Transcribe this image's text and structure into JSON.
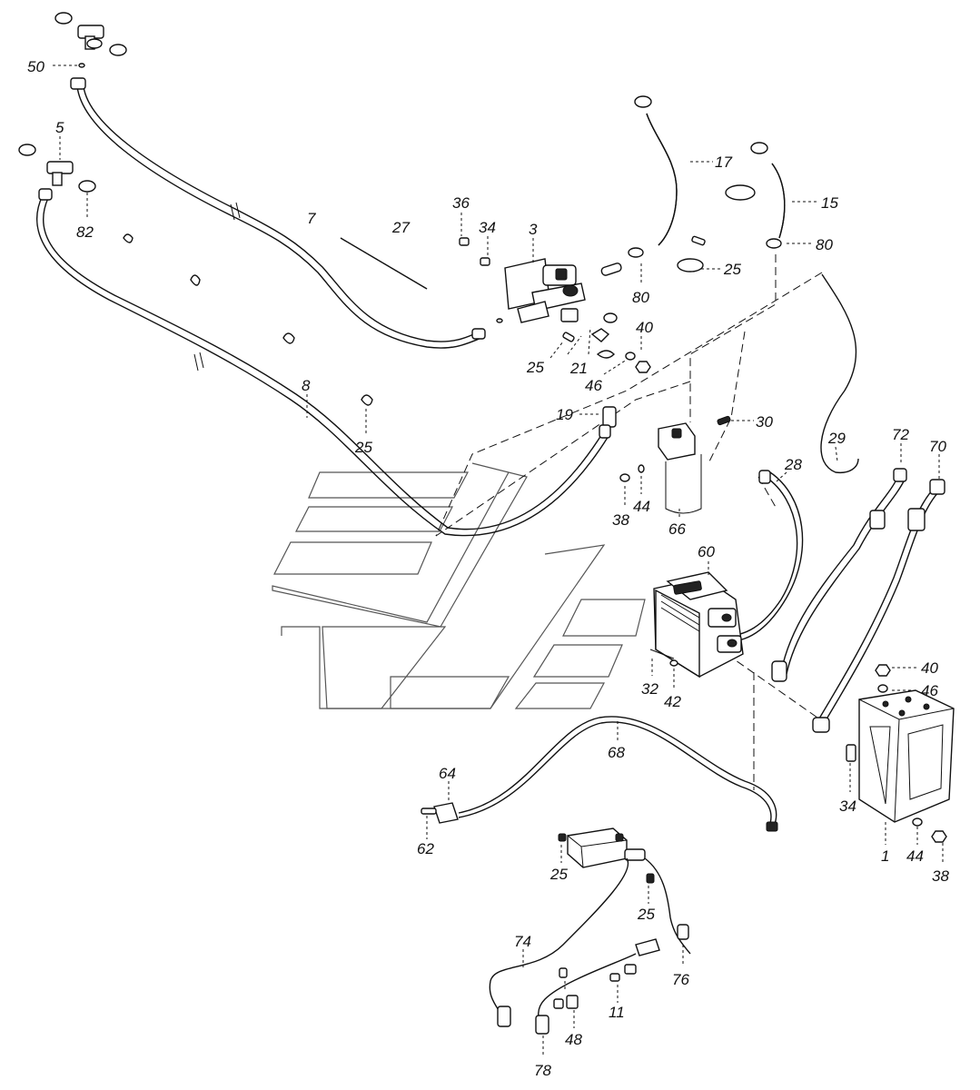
{
  "labels": {
    "l50": "50",
    "l5": "5",
    "l82": "82",
    "l7": "7",
    "l27": "27",
    "l36": "36",
    "l34a": "34",
    "l3": "3",
    "l17": "17",
    "l15": "15",
    "l80a": "80",
    "l80b": "80",
    "l25a": "25",
    "l40a": "40",
    "l21": "21",
    "l25b": "25",
    "l46a": "46",
    "l19": "19",
    "l8": "8",
    "l25c": "25",
    "l30": "30",
    "l29": "29",
    "l72": "72",
    "l70": "70",
    "l28": "28",
    "l38a": "38",
    "l44a": "44",
    "l66": "66",
    "l60": "60",
    "l32": "32",
    "l42": "42",
    "l40b": "40",
    "l46b": "46",
    "l68": "68",
    "l64": "64",
    "l62": "62",
    "l34b": "34",
    "l1": "1",
    "l44b": "44",
    "l38b": "38",
    "l25d": "25",
    "l25e": "25",
    "l74": "74",
    "l76": "76",
    "l11": "11",
    "l48": "48",
    "l78": "78"
  }
}
